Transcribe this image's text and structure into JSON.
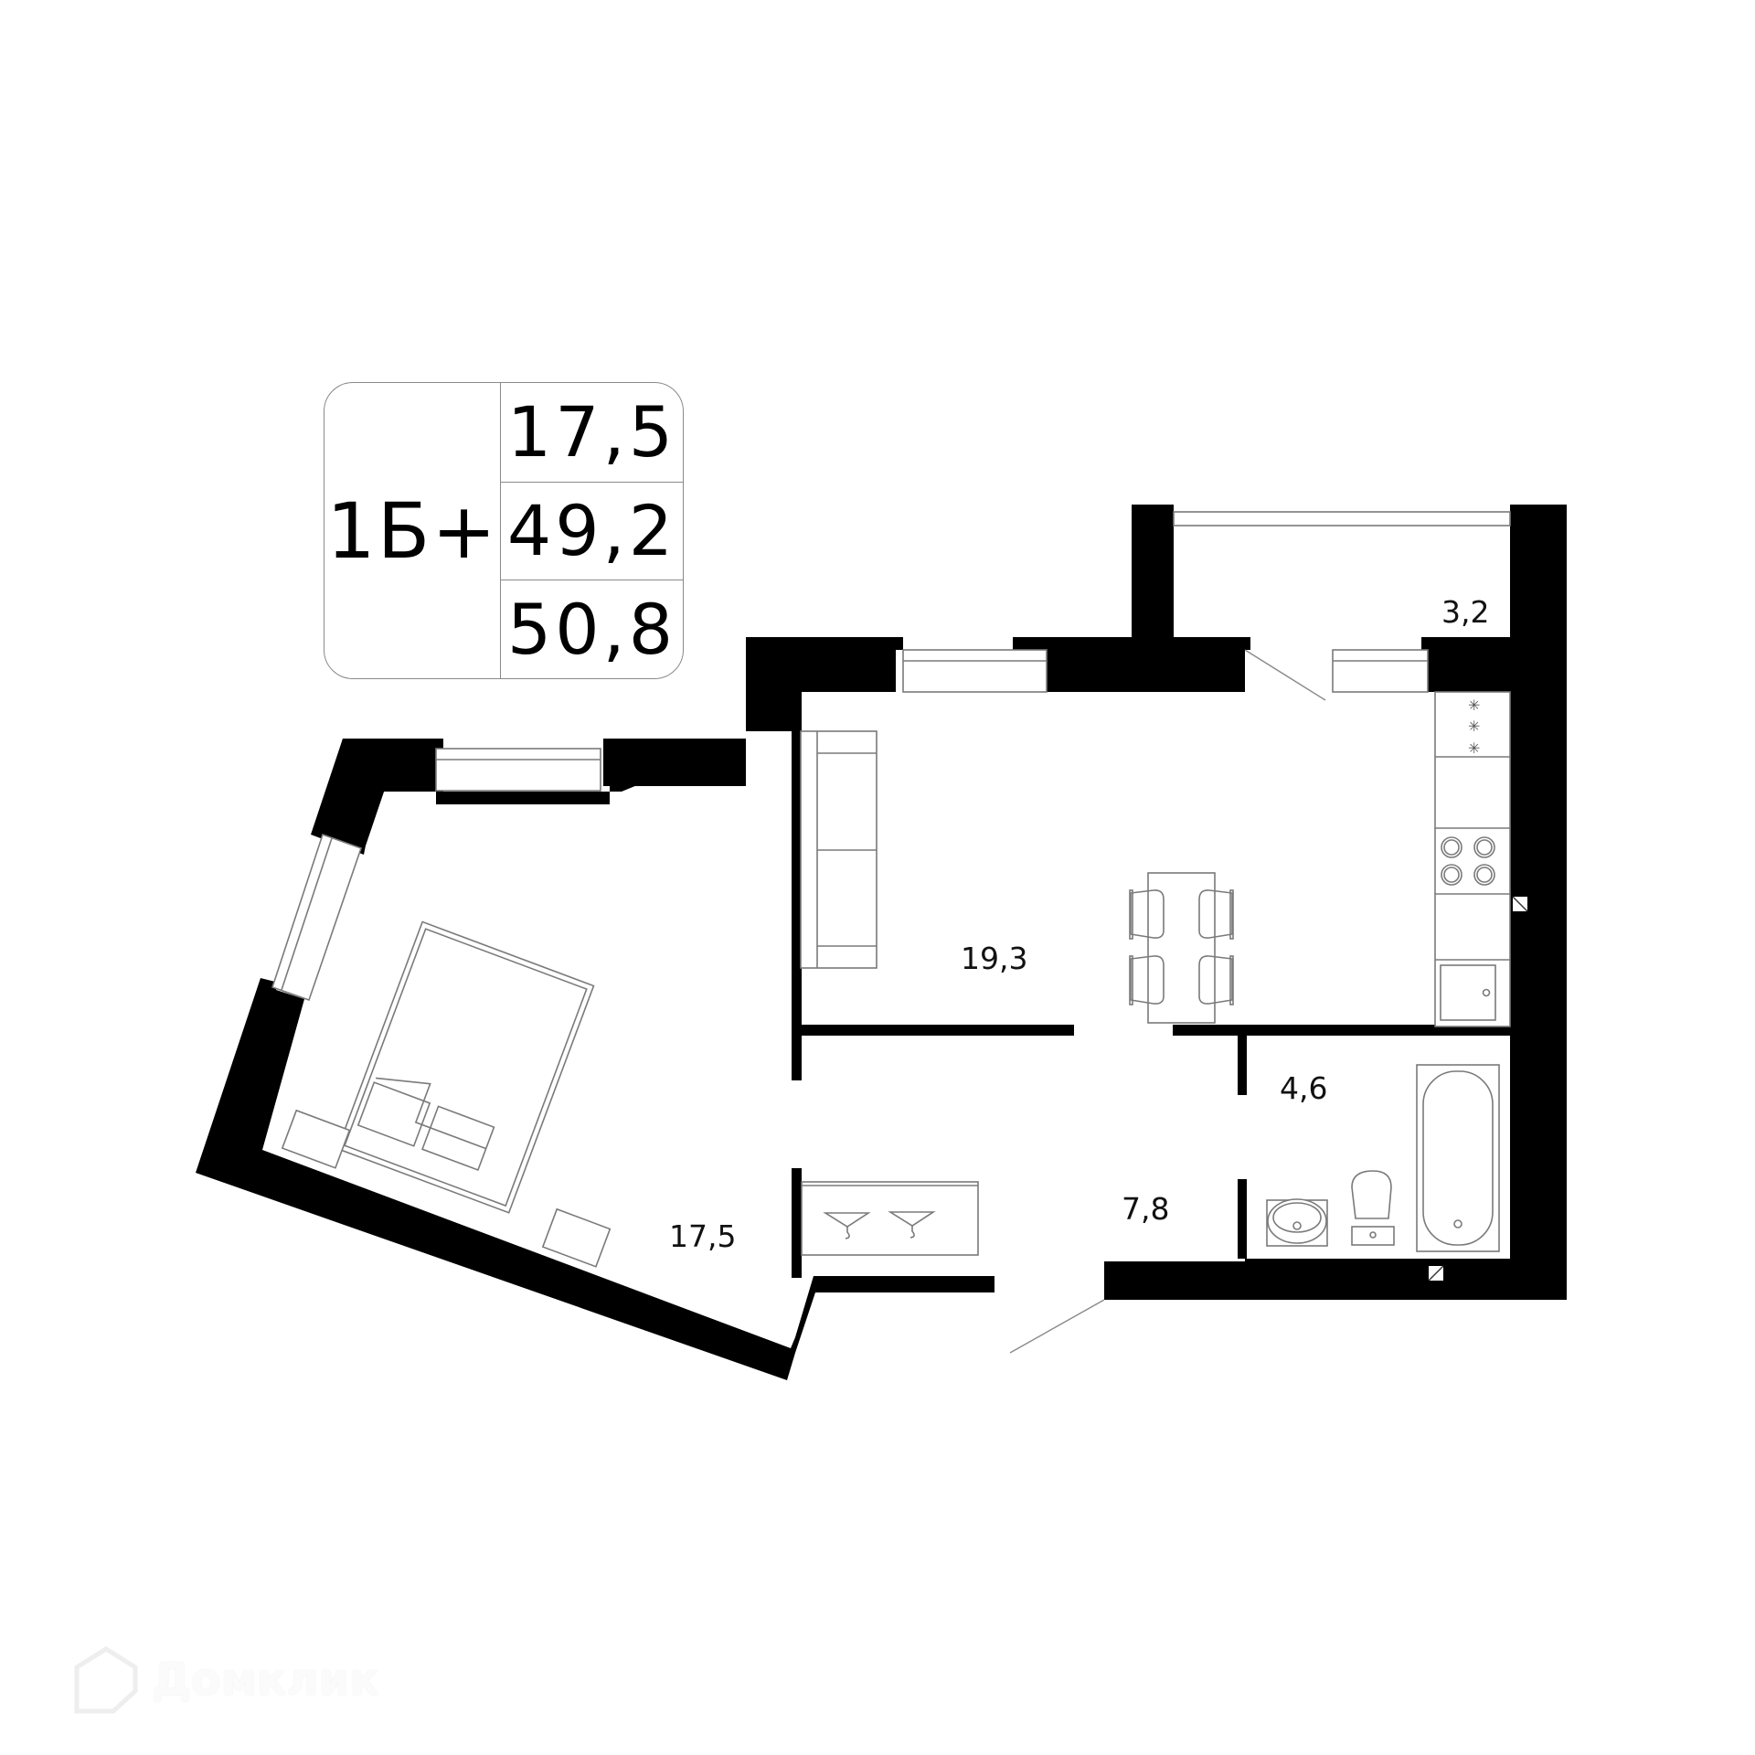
{
  "info_box": {
    "apartment_type": "1Б+",
    "living_area": "17,5",
    "total_area": "49,2",
    "total_area_with_balcony": "50,8"
  },
  "rooms": {
    "balcony": {
      "name": "balcony",
      "area": "3,2"
    },
    "living_kitchen": {
      "name": "living-kitchen",
      "area": "19,3"
    },
    "bathroom": {
      "name": "bathroom",
      "area": "4,6"
    },
    "hallway": {
      "name": "hallway",
      "area": "7,8"
    },
    "bedroom": {
      "name": "bedroom",
      "area": "17,5"
    }
  },
  "furniture": [
    "sofa",
    "dining-table",
    "chairs",
    "kitchen-counter",
    "cooktop",
    "sink-cabinet",
    "bed",
    "wardrobe",
    "washbasin",
    "toilet",
    "bathtub"
  ],
  "icons": {
    "exhaust_vent": "square-diagonal-icon",
    "watermark_logo": "house-logo-icon"
  },
  "watermark": {
    "text": "Домклик"
  },
  "colors": {
    "wall": "#000000",
    "fixture_stroke": "#7a7a7a",
    "background": "#ffffff"
  }
}
